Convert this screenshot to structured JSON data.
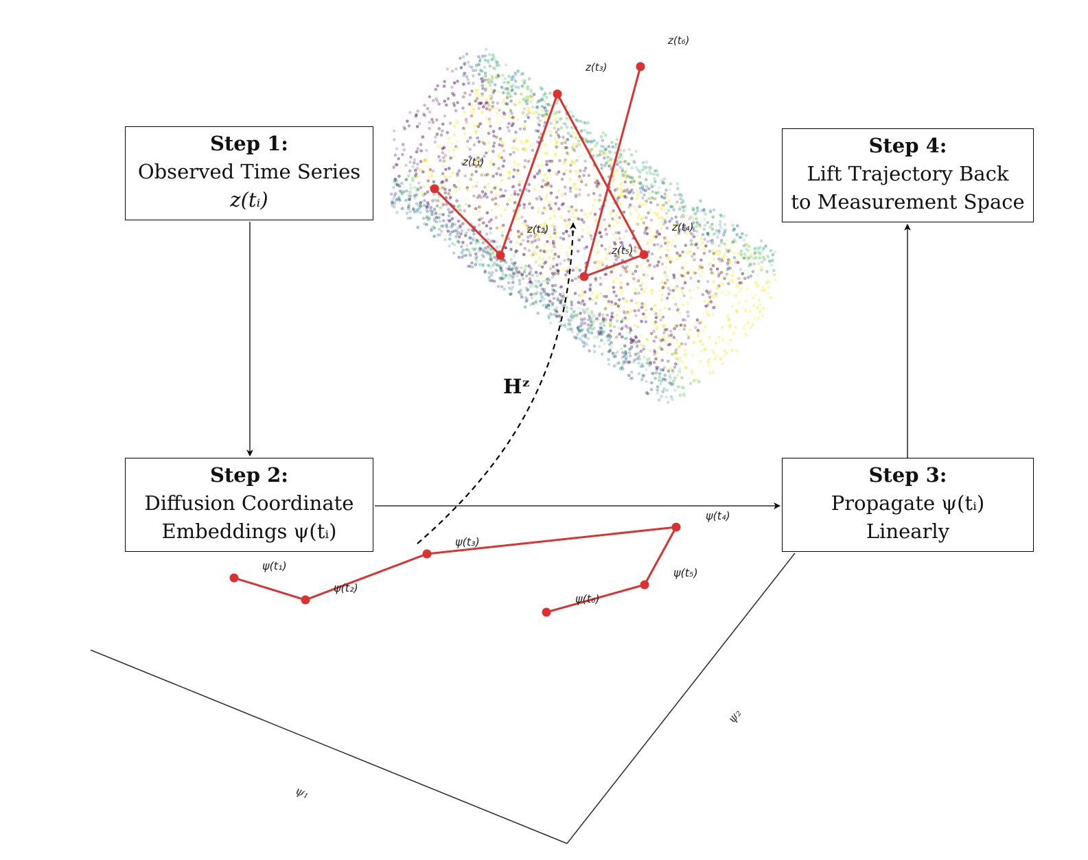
{
  "steps": {
    "step1": {
      "title": "Step 1:",
      "line1": "Observed Time Series",
      "line2": "z(tᵢ)"
    },
    "step2": {
      "title": "Step 2:",
      "line1": "Diffusion Coordinate",
      "line2": "Embeddings ψ(tᵢ)"
    },
    "step3": {
      "title": "Step 3:",
      "line1": "Propagate ψ(tᵢ)",
      "line2": "Linearly"
    },
    "step4": {
      "title": "Step 4:",
      "line1": "Lift Trajectory Back",
      "line2": "to Measurement Space"
    }
  },
  "manifold_labels": [
    "z(t₁)",
    "z(t₂)",
    "z(t₃)",
    "z(t₄)",
    "z(t₅)",
    "z(t₆)"
  ],
  "embedding_labels": [
    "ψ(t₁)",
    "ψ(t₂)",
    "ψ(t₃)",
    "ψ(t₄)",
    "ψ(t₅)",
    "ψ(t₆)"
  ],
  "mapping_label": "Hᶻ",
  "axis_labels": {
    "psi1": "ψ₁",
    "psi2": "ψ₂"
  },
  "colors": {
    "trajectory": "#dd3030",
    "viridis": [
      "#440154",
      "#3b528b",
      "#21918c",
      "#5ec962",
      "#fde725"
    ],
    "frame": "#333333"
  }
}
